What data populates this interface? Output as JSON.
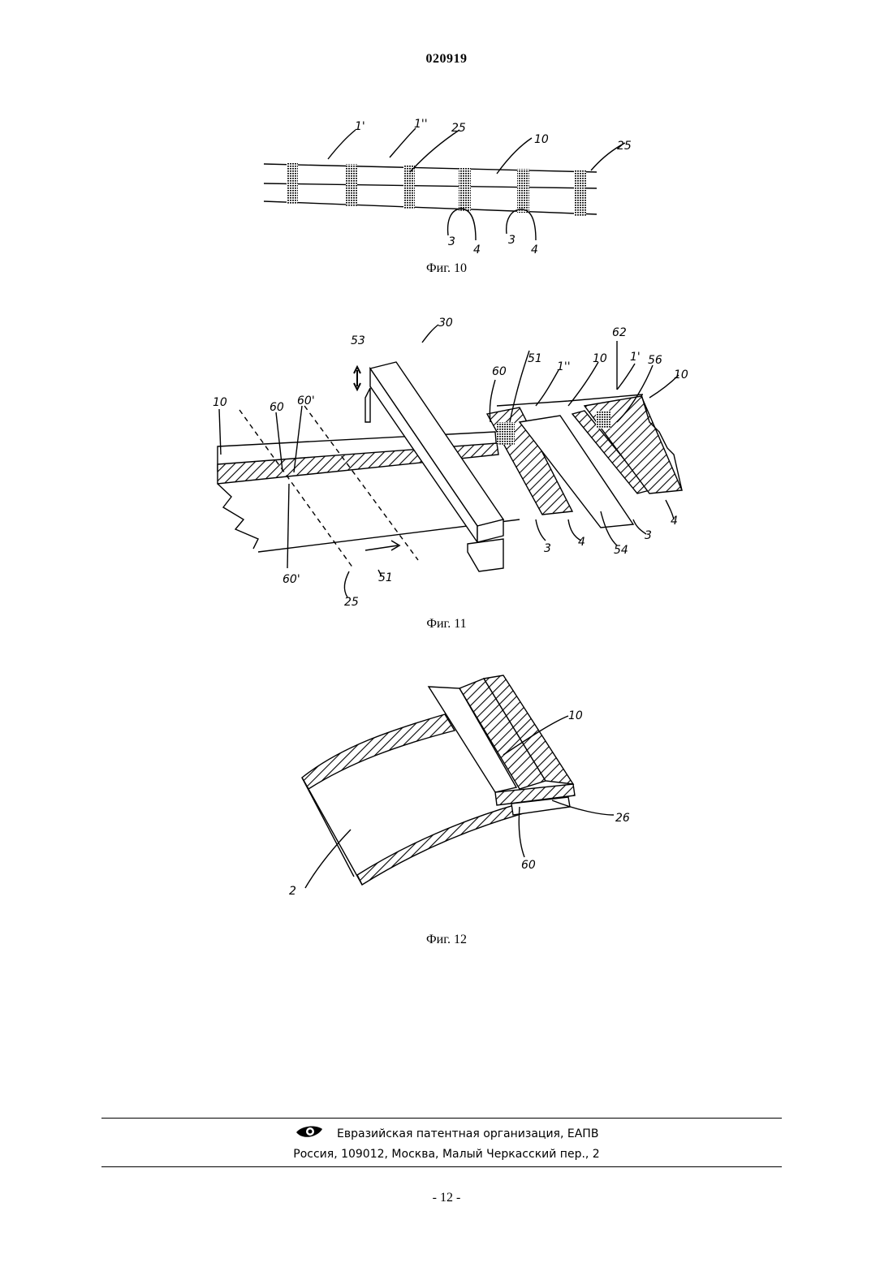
{
  "header": {
    "doc_number": "020919"
  },
  "figures": {
    "fig10": {
      "caption": "Фиг. 10",
      "labels": {
        "l1p": "1'",
        "l1pp": "1''",
        "l25a": "25",
        "l10": "10",
        "l25b": "25",
        "l3a": "3",
        "l4a": "4",
        "l3b": "3",
        "l4b": "4"
      }
    },
    "fig11": {
      "caption": "Фиг. 11",
      "labels": {
        "l30": "30",
        "l53": "53",
        "l60a": "60",
        "l51": "51",
        "l1pp": "1''",
        "l10a": "10",
        "l62": "62",
        "l1p": "1'",
        "l56": "56",
        "l10b": "10",
        "l10c": "10",
        "l60b": "60",
        "l60c": "60'",
        "l3a": "3",
        "l4a": "4",
        "l54": "54",
        "l3b": "3",
        "l4b": "4",
        "l60d": "60'",
        "l51b": "51",
        "l25": "25"
      }
    },
    "fig12": {
      "caption": "Фиг. 12",
      "labels": {
        "l10": "10",
        "l26": "26",
        "l60": "60",
        "l2": "2"
      }
    }
  },
  "footer": {
    "organization": "Евразийская патентная организация, ЕАПВ",
    "address": "Россия, 109012, Москва, Малый Черкасский пер., 2",
    "logo_icon": "eapo-eye-logo-icon",
    "page_number": "- 12 -"
  }
}
